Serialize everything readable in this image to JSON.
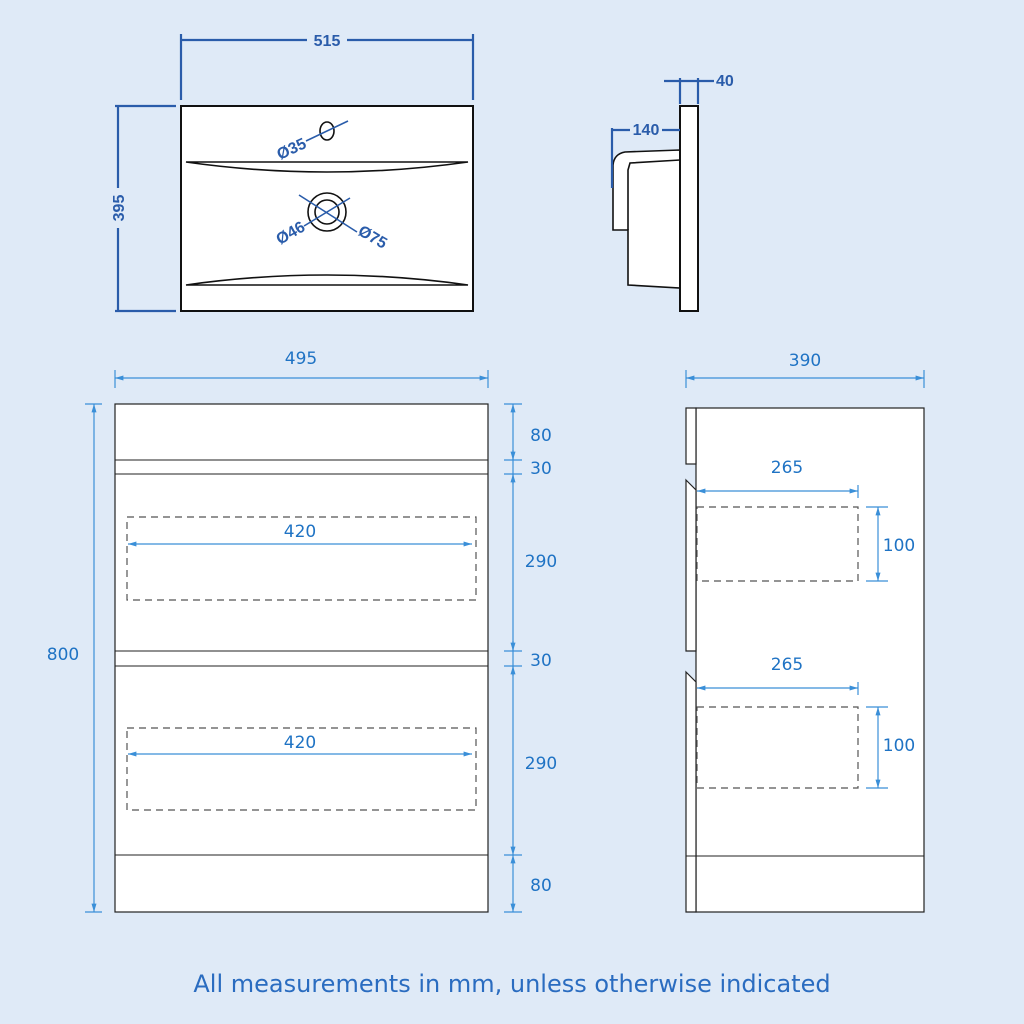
{
  "basin_top": {
    "width": "515",
    "depth": "395",
    "tap_hole": "Ø35",
    "waste_inner": "Ø46",
    "waste_outer": "Ø75"
  },
  "basin_side": {
    "thickness": "40",
    "bowl_depth": "140"
  },
  "cabinet_front": {
    "width": "495",
    "height": "800",
    "top_rail": "80",
    "gap_1": "30",
    "drawer_1": "290",
    "gap_2": "30",
    "drawer_2": "290",
    "plinth": "80",
    "drawer_1_internal_width": "420",
    "drawer_2_internal_width": "420"
  },
  "cabinet_side": {
    "depth": "390",
    "drawer_1_internal_depth": "265",
    "drawer_2_internal_depth": "265",
    "drawer_1_internal_height": "100",
    "drawer_2_internal_height": "100"
  },
  "footer": "All measurements in mm, unless otherwise indicated",
  "colors": {
    "background": "#dfeaf7",
    "dimension": "#3a8fd8",
    "label": "#1f73c4",
    "basin_dimension": "#2a5caa"
  }
}
